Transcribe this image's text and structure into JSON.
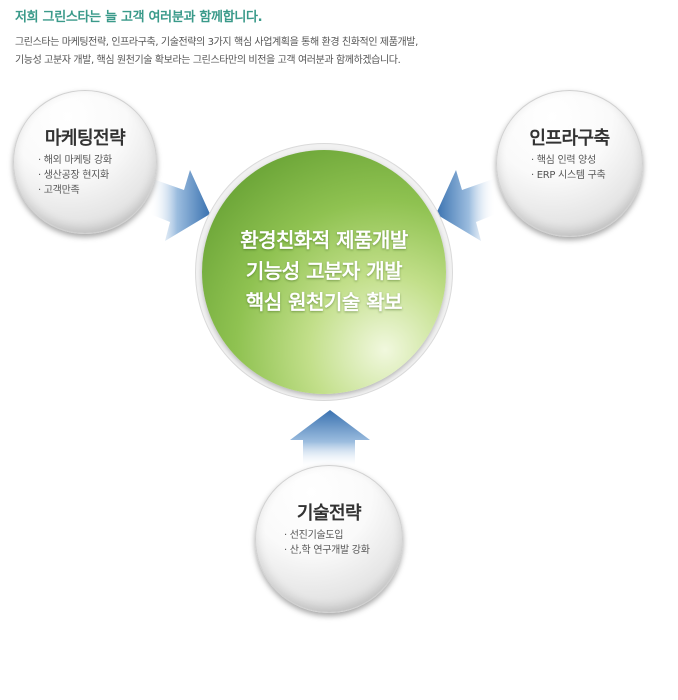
{
  "header": {
    "headline": "저희 그린스타는 늘 고객 여러분과 함께합니다.",
    "intro_line1": "그린스타는 마케팅전략, 인프라구축, 기술전략의 3가지 핵심 사업계획을 통해 환경 친화적인 제품개발,",
    "intro_line2": "기능성 고분자 개발, 핵심 원천기술 확보라는 그린스타만의 비전을 고객 여러분과 함께하겠습니다."
  },
  "core": {
    "line1": "환경친화적 제품개발",
    "line2": "기능성 고분자 개발",
    "line3": "핵심 원천기술 확보"
  },
  "bubbles": {
    "marketing": {
      "title": "마케팅전략",
      "items": [
        "해외 마케팅 강화",
        "생산공장 현지화",
        "고객만족"
      ]
    },
    "infra": {
      "title": "인프라구축",
      "items": [
        "핵심 인력 양성",
        "ERP 시스템 구축"
      ]
    },
    "tech": {
      "title": "기술전략",
      "items": [
        "선진기술도입",
        "산,학 연구개발 강화"
      ]
    }
  },
  "colors": {
    "headline": "#3a9a8a",
    "arrow_blue": "#3f78b5",
    "core_green": "#7ab544"
  },
  "icons": [
    "arrow-right-icon",
    "arrow-left-icon",
    "arrow-up-icon"
  ]
}
